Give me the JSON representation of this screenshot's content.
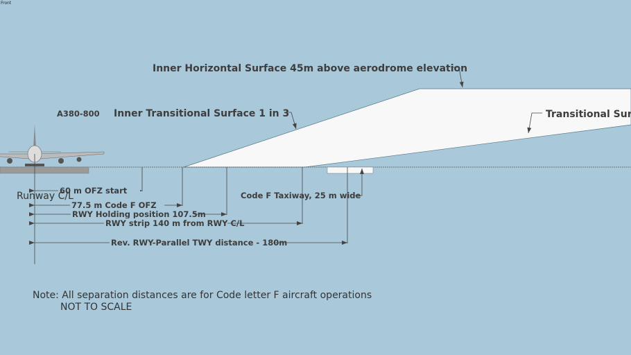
{
  "view_label": "Front",
  "labels": {
    "inner_horizontal": "Inner Horizontal Surface 45m above aerodrome elevation",
    "inner_transitional": "Inner Transitional Surface 1 in 3",
    "transitional": "Transitional Surf",
    "aircraft": "A380-800",
    "runway_cl": "Runway C/L",
    "taxiway": "Code F Taxiway, 25 m wide"
  },
  "dimensions": [
    {
      "label": "60 m OFZ start"
    },
    {
      "label": "77.5 m Code F OFZ"
    },
    {
      "label": "RWY Holding position 107.5m"
    },
    {
      "label": "RWY strip 140 m from RWY C/L"
    },
    {
      "label": "Rev. RWY-Parallel TWY distance - 180m"
    }
  ],
  "note": {
    "line1": "Note: All separation distances are for Code letter F aircraft operations",
    "line2": "NOT TO SCALE"
  },
  "colors": {
    "background": "#a9c9db",
    "surface": "#f8f8f8",
    "runway": "#9a9a9a"
  }
}
